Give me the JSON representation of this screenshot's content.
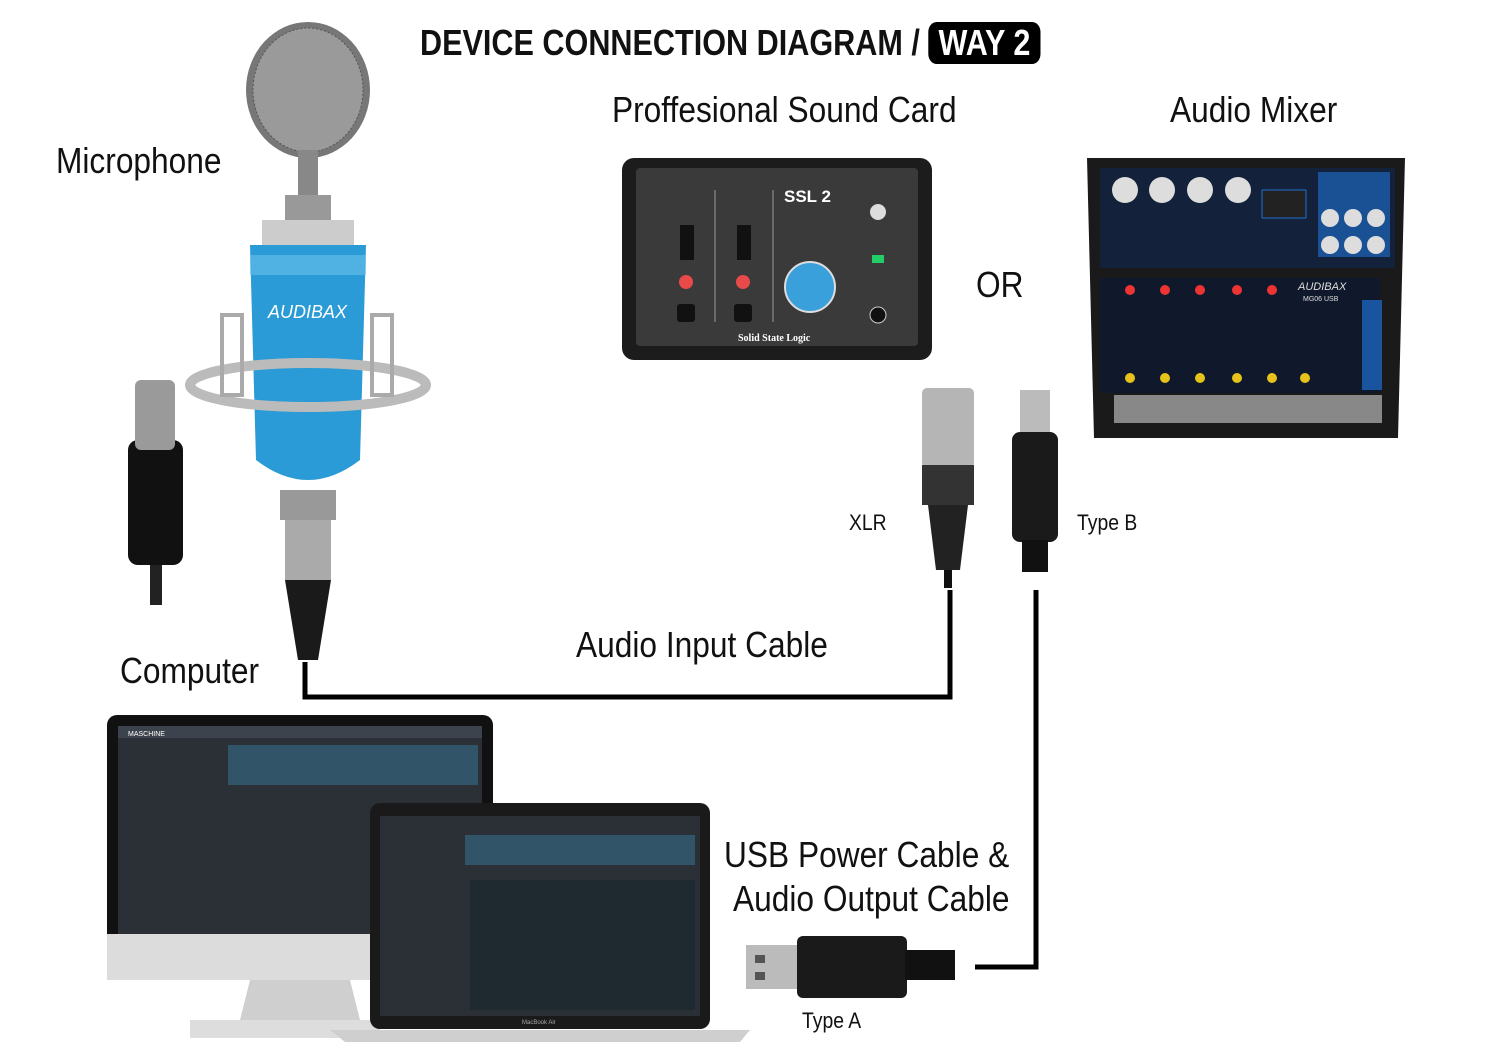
{
  "title": {
    "text": "DEVICE CONNECTION DIAGRAM /",
    "badge": "WAY 2"
  },
  "labels": {
    "microphone": "Microphone",
    "sound_card": "Proffesional Sound Card",
    "audio_mixer": "Audio Mixer",
    "or": "OR",
    "xlr": "XLR",
    "type_b": "Type B",
    "audio_input_cable": "Audio Input Cable",
    "computer": "Computer",
    "usb_cable_line1": "USB Power Cable &",
    "usb_cable_line2": "Audio Output Cable",
    "type_a": "Type A"
  },
  "product_lettering": {
    "microphone_brand": "AUDIBAX",
    "sound_card_model": "SSL 2",
    "sound_card_brand": "Solid State Logic",
    "mixer_brand": "AUDIBAX",
    "mixer_model": "MG06 USB",
    "software": "MASCHINE",
    "laptop_model": "MacBook Air"
  },
  "colors": {
    "cable": "#000000",
    "mic_body": "#2a9bd6",
    "sound_card_knob": "#3aa0dc",
    "mixer_accent": "#1e6fd0"
  }
}
